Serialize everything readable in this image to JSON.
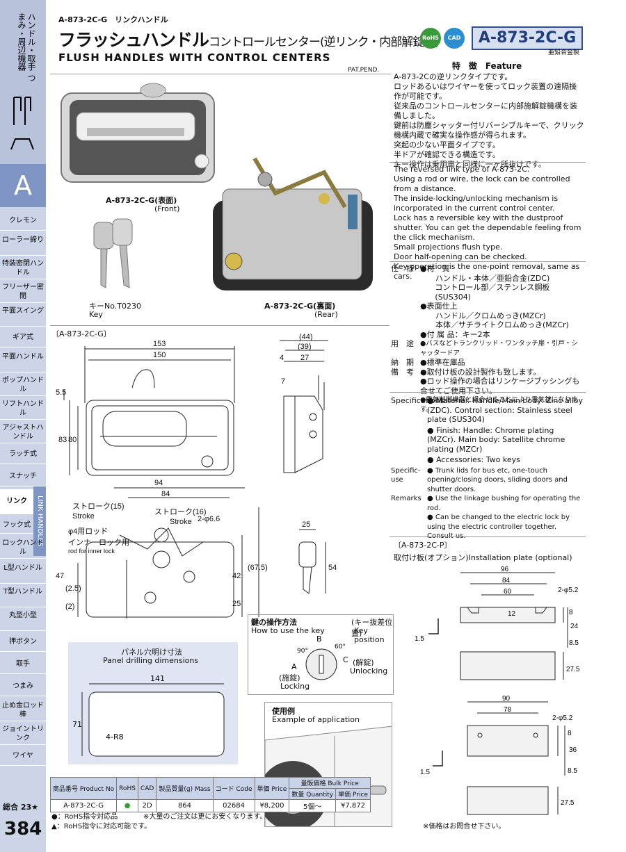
{
  "header": {
    "breadcrumb": "A-873-2C-G　リンクハンドル",
    "title_main": "フラッシュハンドル",
    "title_sub": "コントロールセンター(逆リンク・内部解錠型)",
    "title_en": "FLUSH HANDLES WITH CONTROL CENTERS",
    "model": "A-873-2C-G",
    "material_note": "亜鉛合金製",
    "rohs_badge": "RoHS",
    "cad_badge": "CAD",
    "pat": "PAT.PEND."
  },
  "sidebar": {
    "category": "ハンドル・取手 つまみ・周辺機器",
    "letter": "A",
    "items": [
      "クレモン",
      "ローラー締り",
      "特装密閉ハンドル",
      "フリーザー密閉",
      "平面スイング",
      "ギア式",
      "平面ハンドル",
      "ポップハンドル",
      "リフトハンドル",
      "アジャストハンドル",
      "ラッチ式",
      "スナッチ",
      "リンク",
      "フック式",
      "ロックハンドル",
      "L型ハンドル",
      "T型ハンドル",
      "丸型小型",
      "押ボタン",
      "取手",
      "つまみ",
      "止め金ロッド棒",
      "ジョイントリンク",
      "ワイヤ"
    ],
    "active_label": "LINK HANDLES",
    "total": "総合 23★",
    "page": "384"
  },
  "features": {
    "heading": "特　徴　Feature",
    "ja": [
      "A-873-2Cの逆リンクタイプです。",
      "ロッドあるいはワイヤーを使ってロック装置の遠隔操作が可能です。",
      "従来品のコントロールセンターに内部施解錠機構を装備しました。",
      "鍵前は防塵シャッター付リバーシブルキーで、クリック機構内蔵で確実な操作感が得られます。",
      "突起の少ない平面タイプです。",
      "半ドアが確認できる構造です。",
      "キー操作は乗用車と同様に一ヶ所抜けです。"
    ],
    "en": [
      "The reversed link type of A-873-2C.",
      "Using a rod or wire, the lock can be controlled from a distance.",
      "The inside-locking/unlocking mechanism is incorporated in the current control center.",
      "Lock has a reversible key with the dustproof shutter. You can get the dependable feeling from the click mechanism.",
      "Small projections flush type.",
      "Door half-opening can be checked.",
      "Key operation is the one-point removal, same as cars."
    ]
  },
  "spec_ja": [
    {
      "k": "仕　様",
      "v": "●材　質"
    },
    {
      "k": "",
      "v": "ハンドル・本体／亜鉛合金(ZDC)"
    },
    {
      "k": "",
      "v": "コントロール部／ステンレス鋼板(SUS304)"
    },
    {
      "k": "",
      "v": "●表面仕上"
    },
    {
      "k": "",
      "v": "ハンドル／クロムめっき(MZCr)"
    },
    {
      "k": "",
      "v": "本体／サチライトクロムめっき(MZCr)"
    },
    {
      "k": "",
      "v": "●付 属 品：キー2本"
    },
    {
      "k": "用　途",
      "v": "●バスなどトランクリッド・ワンタッチ扉・引戸・シャッタードア"
    },
    {
      "k": "納　期",
      "v": "●標準在庫品"
    },
    {
      "k": "備　考",
      "v": "●取付け板の設計製作も致します。"
    },
    {
      "k": "",
      "v": "●ロッド操作の場合はリンケージブッシングも合せてご使用下さい。"
    },
    {
      "k": "",
      "v": "●電気制御機器と組合せることにより電気錠になります。"
    }
  ],
  "spec_en": [
    {
      "k": "Specifications",
      "v": "● Material: Handle/Main body: Zinc alloy (ZDC). Control section: Stainless steel plate (SUS304)"
    },
    {
      "k": "",
      "v": "● Finish: Handle: Chrome plating (MZCr). Main body: Satellite chrome plating (MZCr)"
    },
    {
      "k": "",
      "v": "● Accessories: Two keys"
    },
    {
      "k": "Specific-use",
      "v": "● Trunk lids for bus etc, one-touch opening/closing doors, sliding doors and shutter doors."
    },
    {
      "k": "Remarks",
      "v": "● Use the linkage bushing for operating the rod."
    },
    {
      "k": "",
      "v": "● Can be changed to the electric lock by using the electric controller together. Consult us."
    }
  ],
  "labels": {
    "front": "A-873-2C-G(表面)",
    "front_en": "(Front)",
    "rear": "A-873-2C-G(裏面)",
    "rear_en": "(Rear)",
    "key": "キーNo.T0230",
    "key_en": "Key",
    "drawing_title": "〔A-873-2C-G〕",
    "stroke15": "ストローク(15)",
    "stroke": "Stroke",
    "stroke16": "ストローク(16)",
    "stroke_b": "Stroke",
    "rod": "φ4用ロッド",
    "inner_rod": "インナーロック用",
    "inner_rod_en": "rod for inner lock",
    "hole": "2-φ6.6",
    "panel_ja": "パネル穴明け寸法",
    "panel_en": "Panel drilling dimensions",
    "r8": "4-R8",
    "key_op_ja": "鍵の操作方法",
    "key_op_en": "How to use the key",
    "key_pos_ja": "(キー抜差位置)",
    "key_pos_en": "Key position",
    "lock_ja": "(施錠)",
    "lock_en": "Locking",
    "unlock_ja": "(解錠)",
    "unlock_en": "Unlocking",
    "usage_ja": "使用例",
    "usage_en": "Example of application",
    "plate_title": "〔A-873-2C-P〕",
    "plate_ja": "取付け板(オプション)",
    "plate_en": "Installation plate (optional)",
    "price_note": "※価格はお問合せ下さい。",
    "holes2": "2-φ5.2",
    "holes2b": "2-φ5.2"
  },
  "dims": {
    "d153": "153",
    "d150": "150",
    "d5_5": "5.5",
    "d83": "83",
    "d80": "80",
    "d44": "(44)",
    "d39": "(39)",
    "d4": "4",
    "d27": "27",
    "d7": "7",
    "d94": "94",
    "d84": "84",
    "d47": "47",
    "d2_5": "(2.5)",
    "d2": "(2)",
    "d42": "42",
    "d67_5": "(67.5)",
    "d25": "25",
    "k25": "25",
    "k54": "54",
    "d141": "141",
    "d71": "71",
    "aB": "B",
    "aA": "A",
    "aC": "C",
    "a90": "90°",
    "a60": "60°",
    "p96": "96",
    "p84": "84",
    "p60": "60",
    "p12": "12",
    "p8": "8",
    "p24": "24",
    "p1_5": "1.5",
    "p8_5": "8.5",
    "p27_5": "27.5",
    "q90": "90",
    "q78": "78",
    "q8": "8",
    "q36": "36",
    "q1_5": "1.5",
    "q8_5": "8.5",
    "q27_5": "27.5"
  },
  "table": {
    "headers": [
      "商品番号 Product No",
      "RoHS",
      "CAD",
      "製品質量(g) Mass",
      "コード Code",
      "単価 Price",
      "数量 Quantity",
      "単価 Price"
    ],
    "bulk_header": "量販価格 Bulk Price",
    "row": {
      "product": "A-873-2C-G",
      "rohs": "●",
      "cad": "2D",
      "mass": "864",
      "code": "02684",
      "price": "¥8,200",
      "qty": "5個～",
      "bulk": "¥7,872"
    }
  },
  "footnotes": [
    "●：RoHS指令対応品",
    "▲：RoHS指令に対応可能です。",
    "※大量のご注文は更にお安くなります。"
  ],
  "colors": {
    "accent": "#304d8f",
    "sidebar": "#ccd5e8"
  }
}
